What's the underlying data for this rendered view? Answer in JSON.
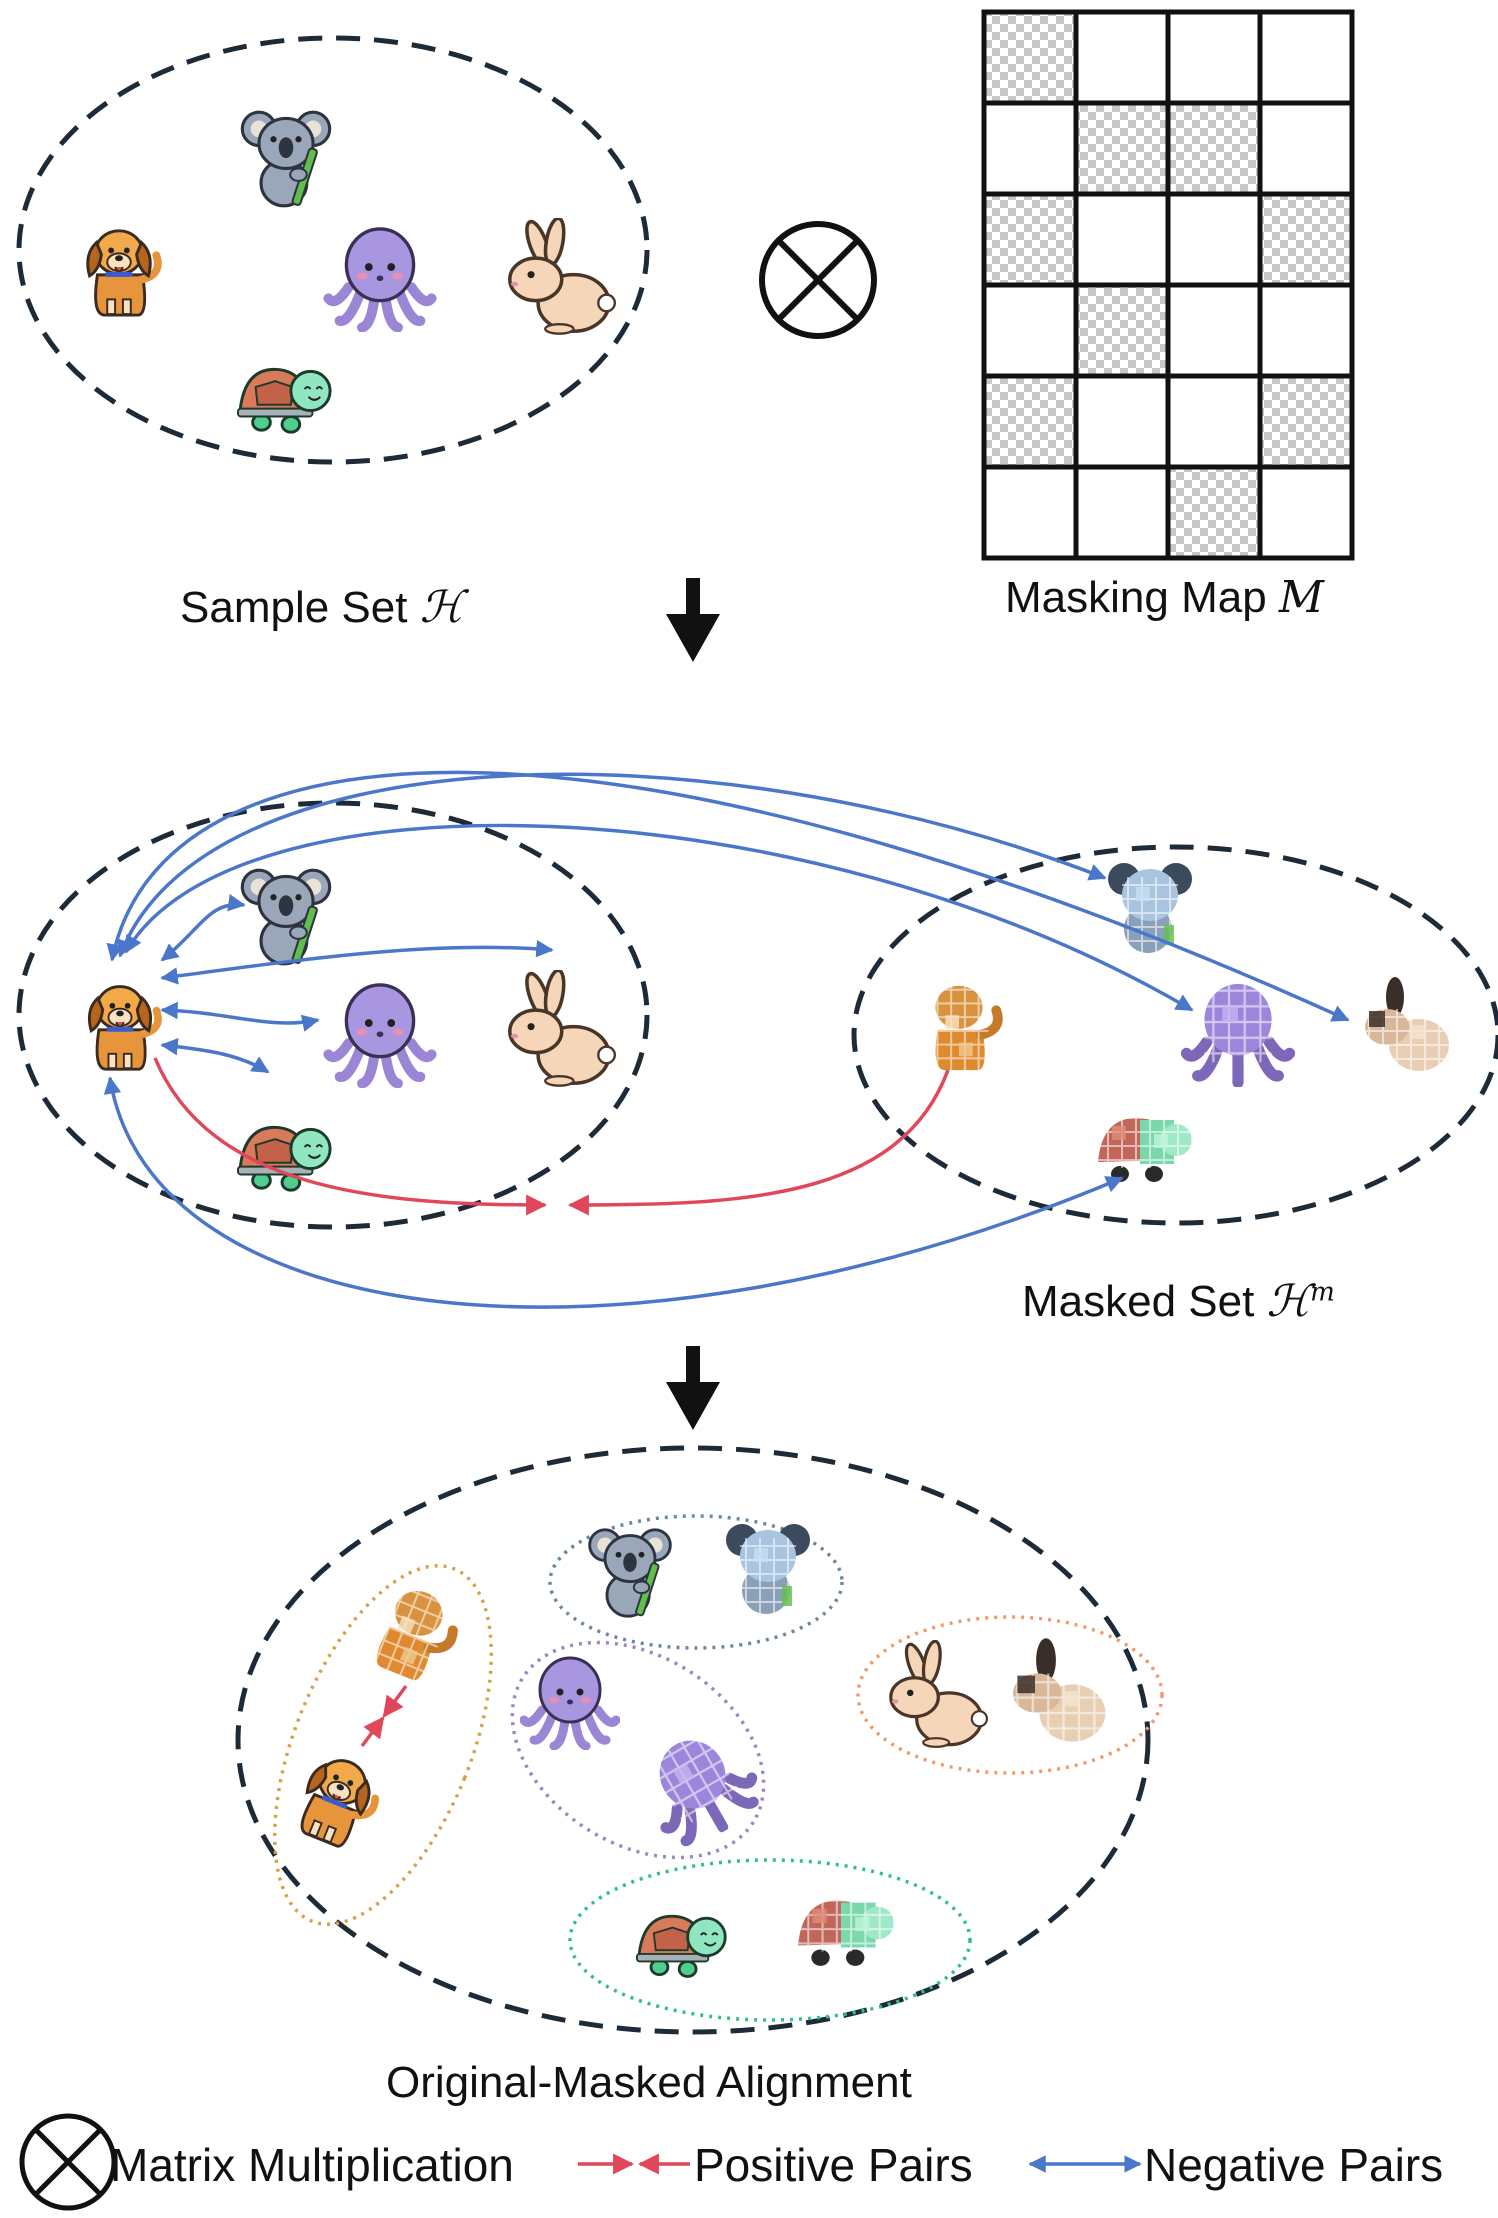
{
  "labels": {
    "sample_set": "Sample Set",
    "sample_set_symbol": "ℋ",
    "masking_map": "Masking Map",
    "masking_map_symbol": "M",
    "masked_set": "Masked Set",
    "masked_set_symbol": "ℋ",
    "masked_set_superscript": "m",
    "alignment": "Original-Masked Alignment"
  },
  "legend": {
    "matrix_multiplication": "Matrix Multiplication",
    "positive_pairs": "Positive Pairs",
    "negative_pairs": "Negative Pairs"
  },
  "masking_map_grid": {
    "rows": 6,
    "cols": 4,
    "masked_cells": [
      [
        0,
        0
      ],
      [
        1,
        1
      ],
      [
        1,
        2
      ],
      [
        2,
        0
      ],
      [
        2,
        3
      ],
      [
        3,
        1
      ],
      [
        4,
        0
      ],
      [
        4,
        3
      ],
      [
        5,
        2
      ]
    ]
  },
  "animals": [
    "dog-icon",
    "koala-icon",
    "octopus-icon",
    "rabbit-icon",
    "turtle-icon"
  ],
  "colors": {
    "positive": "#e0475a",
    "negative": "#4a77c9",
    "ellipse": "#1d2a38",
    "pair_dog": "#d9a044",
    "pair_koala": "#6a88a0",
    "pair_octopus": "#9b86c9",
    "pair_rabbit": "#ef9a6a",
    "pair_turtle": "#2fc08a"
  }
}
